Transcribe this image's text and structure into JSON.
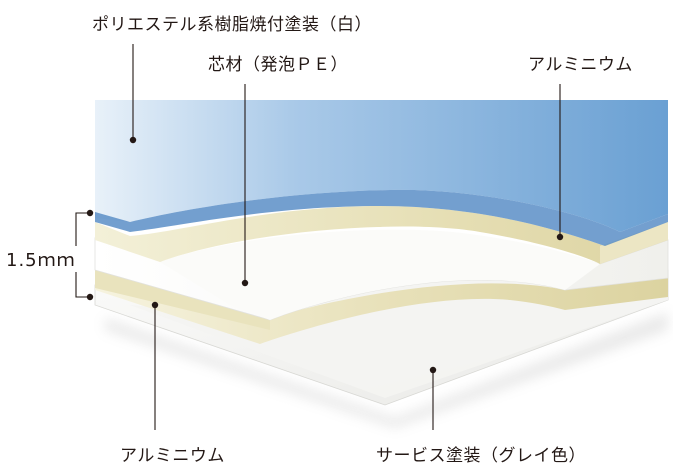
{
  "labels": {
    "top_coating": "ポリエステル系樹脂焼付塗装（白）",
    "core": "芯材（発泡ＰＥ）",
    "aluminum_top": "アルミニウム",
    "thickness": "1.5ｍｍ",
    "aluminum_bottom": "アルミニウム",
    "service_coating": "サービス塗装（グレイ色）"
  },
  "colors": {
    "coating_blue": "#6fa3d4",
    "aluminum_cream": "#e3ddb2",
    "core_white": "#f7f7f3",
    "service_gray": "#f2f2f0",
    "text": "#231815"
  }
}
